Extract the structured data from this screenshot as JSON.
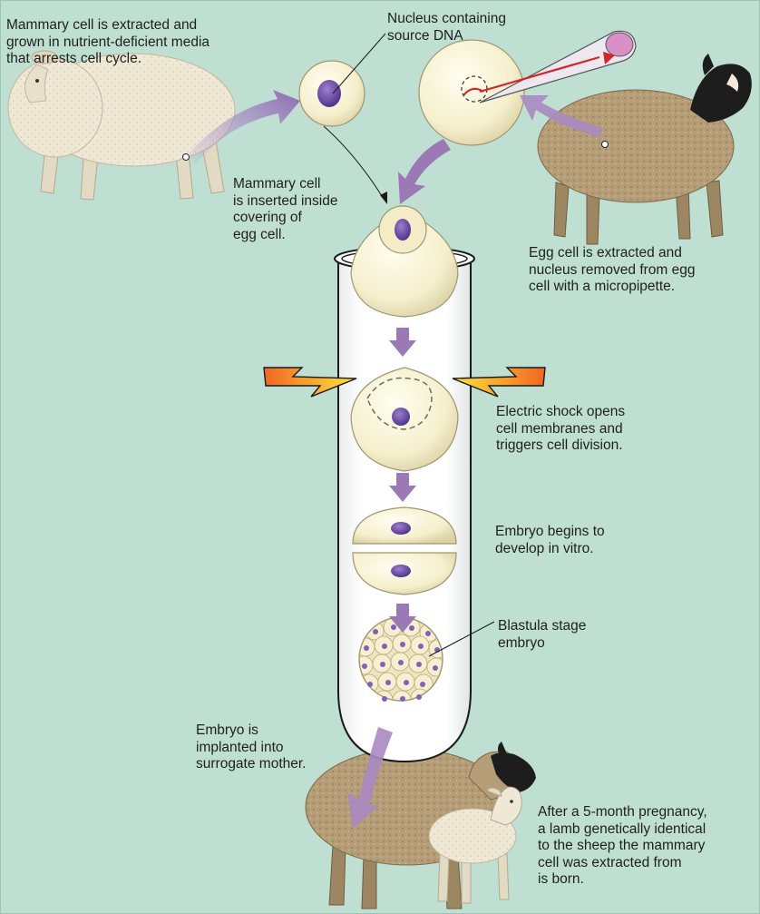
{
  "labels": {
    "mammary_extracted": "Mammary cell is extracted and\ngrown in nutrient-deficient media\nthat arrests cell cycle.",
    "nucleus_source": "Nucleus containing\nsource DNA",
    "mammary_inserted": "Mammary cell\nis inserted inside\ncovering of\negg cell.",
    "egg_extracted": "Egg cell is extracted and\nnucleus removed from egg\ncell with a micropipette.",
    "electric_shock": "Electric shock opens\ncell membranes and\ntriggers cell division.",
    "embryo_begins": "Embryo begins to\ndevelop in vitro.",
    "blastula": "Blastula stage\nembryo",
    "embryo_implanted": "Embryo is\nimplanted into\nsurrogate mother.",
    "after_pregnancy": "After a 5-month pregnancy,\na lamb genetically identical\nto the sheep the mammary\ncell was extracted from\nis born."
  },
  "colors": {
    "background": "#bfdfd3",
    "arrow": "#9b78b6",
    "nucleus": "#6b4a9c",
    "cytoplasm": "#f5f0cf",
    "white_sheep": "#eee6d3",
    "brown_sheep": "#b49b74",
    "pipette_arrow": "#d8232a"
  },
  "icons": [
    "white-sheep",
    "blackface-ewe",
    "lamb",
    "micropipette",
    "lightning-bolt",
    "test-tube"
  ]
}
